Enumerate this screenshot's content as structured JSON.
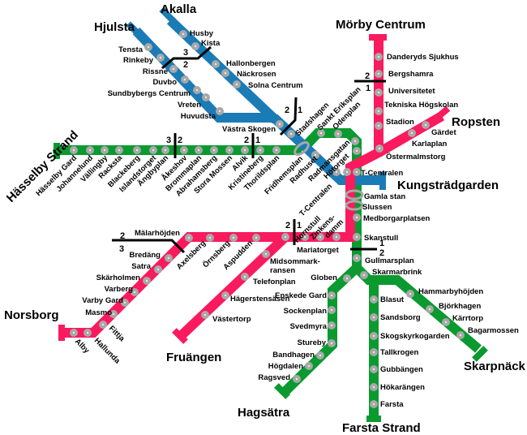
{
  "colors": {
    "green": "#0a9a30",
    "blue": "#1b7bb6",
    "red": "#fa1a5e",
    "station": "#a8a8a8"
  },
  "terminals": {
    "akalla": "Akalla",
    "hjulsta": "Hjulsta",
    "morby": "Mörby Centrum",
    "ropsten": "Ropsten",
    "kungstradgarden": "Kungsträdgarden",
    "hasselby": "Hässelby Strand",
    "norsborg": "Norsborg",
    "fruangen": "Fruängen",
    "hagsatra": "Hagsätra",
    "farsta_strand": "Farsta Strand",
    "skarpnack": "Skarpnäck"
  },
  "blue": {
    "akalla_branch": [
      "Husby",
      "Kista",
      "Hallonbergen",
      "Näckrosen",
      "Solna Centrum"
    ],
    "hjulsta_branch": [
      "Tensta",
      "Rinkeby",
      "Rissne",
      "Duvbo",
      "Sundbybergs Centrum",
      "Vreten",
      "Huvudsta"
    ],
    "trunk": [
      "Västra Skogen",
      "Stadshagen",
      "Radhuset",
      "T-Centralen"
    ]
  },
  "green": {
    "west": [
      "Hässelby Gard",
      "Johannelund",
      "Vällingby",
      "Racksta",
      "Blackeberg",
      "Islandstorget",
      "Ängbyplan",
      "Åkeshov",
      "Brommaplan",
      "Abrahamsberg",
      "Stora Mossen",
      "Alvik",
      "Kristineberg",
      "Thorildsplan",
      "Fridhemsplan"
    ],
    "loop": [
      "Sankt Eriksplan",
      "Odenplan",
      "Radmansgatan",
      "Hötorget"
    ],
    "center": [
      "T-Centralen",
      "Gamla stan",
      "Slussen",
      "Medborgarplatsen",
      "Skanstull",
      "Gullmarsplan",
      "Skarmarbrink",
      "Globen"
    ],
    "hagsatra_branch": [
      "Enskede Gard",
      "Sockenplan",
      "Svedmyra",
      "Stureby",
      "Bandhagen",
      "Högdalen",
      "Ragsved"
    ],
    "farsta_branch": [
      "Blasut",
      "Sandsborg",
      "Skogskyrkogarden",
      "Tallkrogen",
      "Gubbängen",
      "Hökarängen",
      "Farsta"
    ],
    "skarpnack_branch": [
      "Hammarbyhöjden",
      "Björkhagen",
      "Kärrtorp",
      "Bagarmossen"
    ]
  },
  "red": {
    "north": [
      "Danderyds Sjukhus",
      "Bergshamra",
      "Universitetet",
      "Tekniska Högskolan",
      "Stadion",
      "Östermalmstorg"
    ],
    "ropsten_branch": [
      "Karlaplan",
      "Gärdet"
    ],
    "south": [
      "Hornstull",
      "Zinkens-",
      "damm",
      "Mariatorget",
      "Mälarhöjden",
      "Axelsberg",
      "Örnsberg",
      "Aspudden"
    ],
    "norsborg_branch": [
      "Bredäng",
      "Satra",
      "Skärholmen",
      "Varberg",
      "Varby Gard",
      "Masmo",
      "Fittja",
      "Hallunda",
      "Alby"
    ],
    "fruangen_branch": [
      "Midsommark-",
      "ransen",
      "Telefonplan",
      "Hägerstensäsen",
      "Västertorp"
    ]
  },
  "zone_markers": [
    "1",
    "2",
    "3"
  ]
}
